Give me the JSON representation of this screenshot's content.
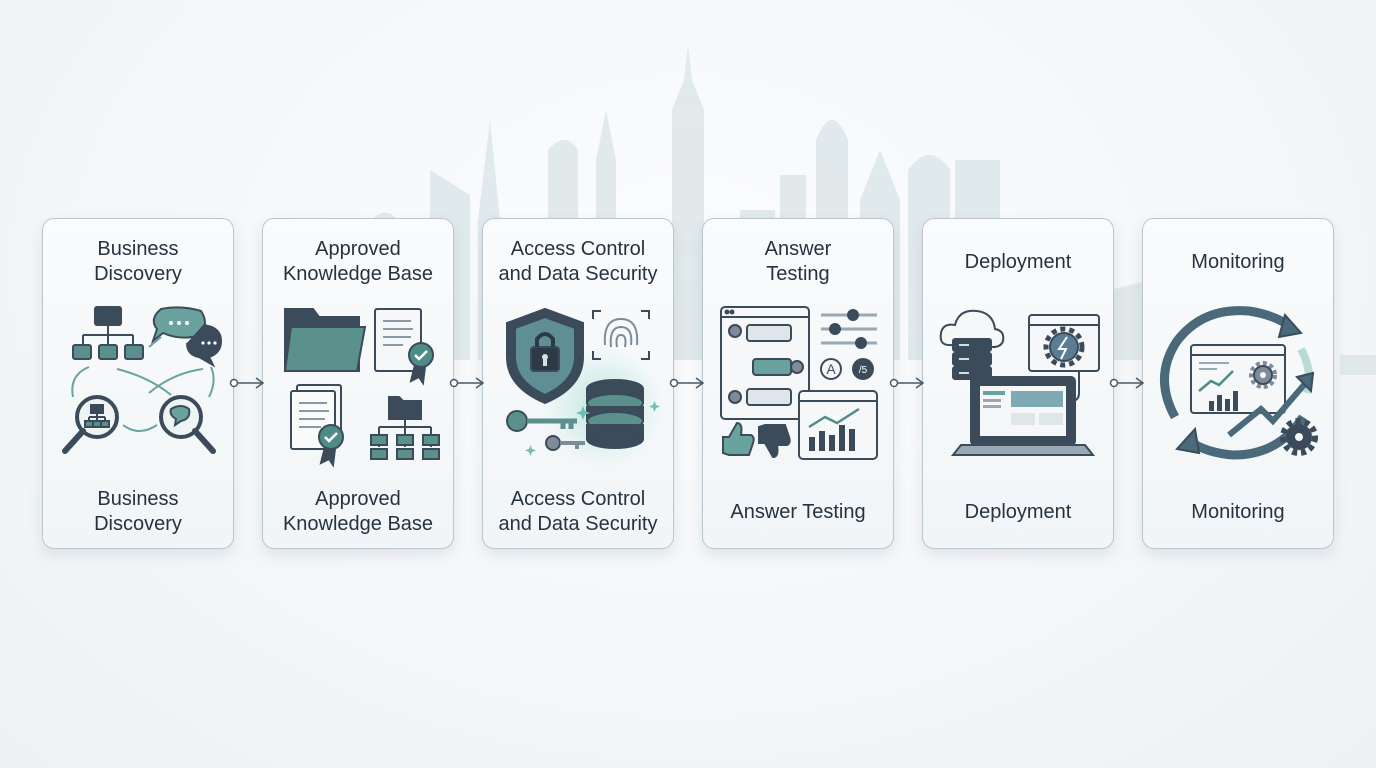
{
  "steps": [
    {
      "title": "Business\nDiscovery",
      "caption": "Business\nDiscovery",
      "icon": "discovery-icon"
    },
    {
      "title": "Approved\nKnowledge Base",
      "caption": "Approved\nKnowledge Base",
      "icon": "knowledge-base-icon"
    },
    {
      "title": "Access Control\nand Data Security",
      "caption": "Access Control\nand Data Security",
      "icon": "security-icon"
    },
    {
      "title": "Answer\nTesting",
      "caption": "Answer Testing",
      "icon": "answer-testing-icon"
    },
    {
      "title": "Deployment",
      "caption": "Deployment",
      "icon": "deployment-icon"
    },
    {
      "title": "Monitoring",
      "caption": "Monitoring",
      "icon": "monitoring-icon"
    }
  ],
  "answer_badges": [
    "A",
    "/5"
  ],
  "colors": {
    "card_border": "#b9c7cf",
    "text": "#26333f",
    "icon_dark": "#3b4b5a",
    "icon_teal": "#4f8c88",
    "icon_light_teal": "#b9dbd6",
    "skyline": "#d6e2e4"
  }
}
